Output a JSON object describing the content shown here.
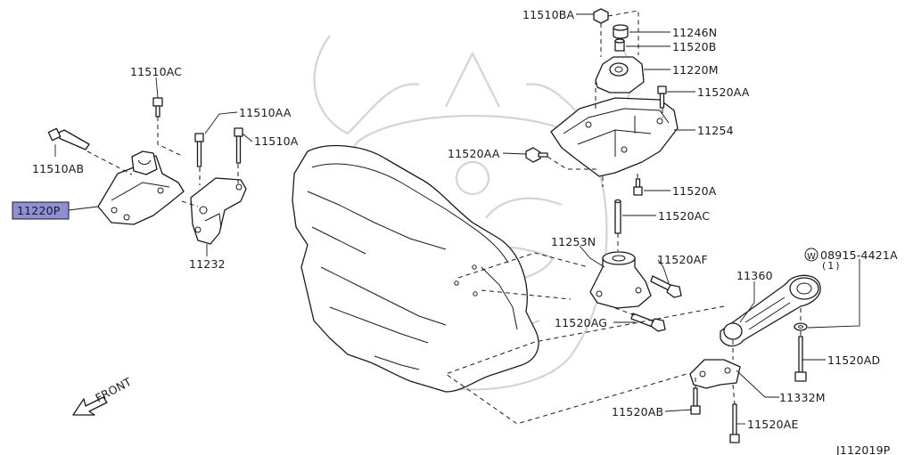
{
  "diagram_id": "J112019P",
  "highlight_color": "#8f8fd6",
  "front_label": "FRONT",
  "watermark_icon": "samurai-mask-watermark",
  "parts": {
    "p11510BA": "11510BA",
    "p11246N": "11246N",
    "p11520B": "11520B",
    "p11220M": "11220M",
    "p11520AA_top": "11520AA",
    "p11254": "11254",
    "p11520AA_mid": "11520AA",
    "p11520A": "11520A",
    "p11520AC": "11520AC",
    "p11253N": "11253N",
    "p11520AF": "11520AF",
    "p11520AG": "11520AG",
    "p11510AC": "11510AC",
    "p11510AA": "11510AA",
    "p11510A": "11510A",
    "p11510AB": "11510AB",
    "p11220P": "11220P",
    "p11232": "11232",
    "p08915": "08915-4421A",
    "p08915_qty": "(1)",
    "p08915_prefix": "W",
    "p11360": "11360",
    "p11520AD": "11520AD",
    "p11332M": "11332M",
    "p11520AB": "11520AB",
    "p11520AE": "11520AE"
  }
}
